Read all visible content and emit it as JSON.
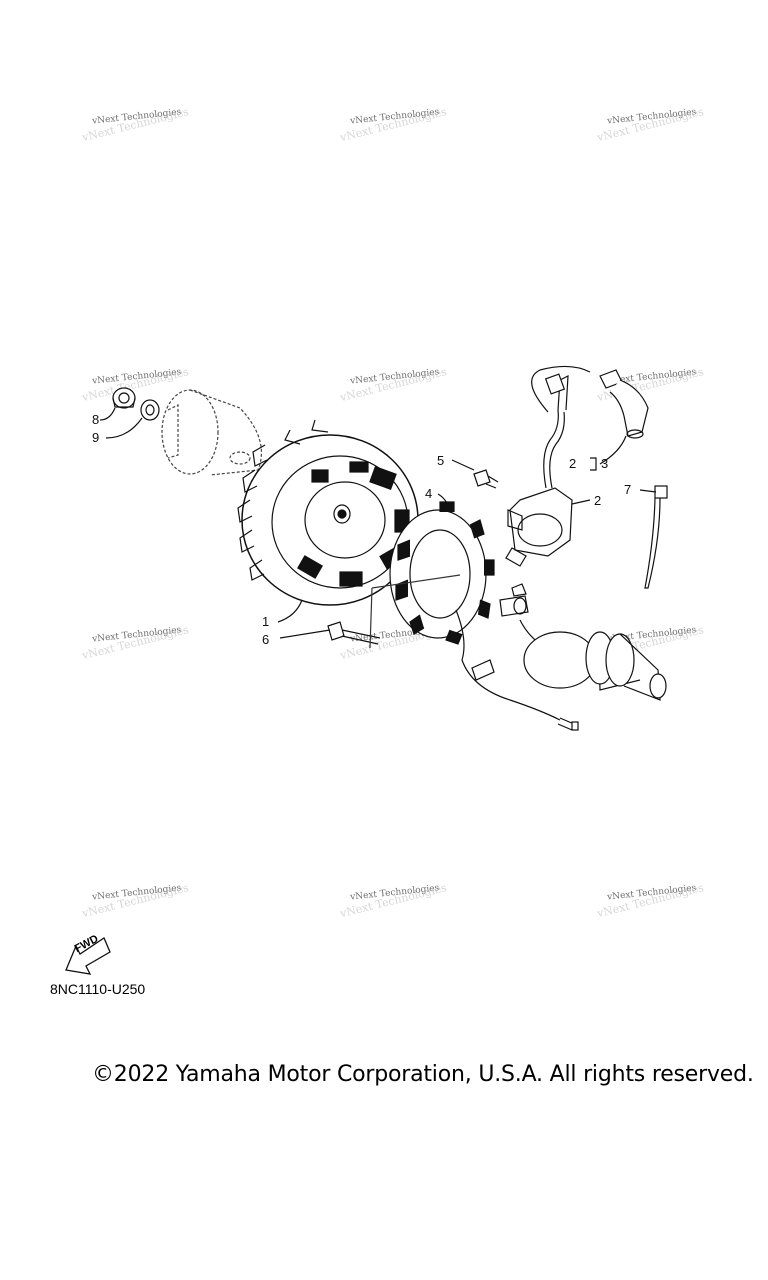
{
  "diagram": {
    "callouts": [
      "1",
      "2",
      "2",
      "3",
      "4",
      "5",
      "6",
      "7",
      "8",
      "9"
    ],
    "fwd_label": "FWD",
    "part_code": "8NC1110-U250"
  },
  "watermark": {
    "text": "vNext Technologies"
  },
  "footer": {
    "copyright": "©2022 Yamaha Motor Corporation, U.S.A. All rights reserved."
  }
}
